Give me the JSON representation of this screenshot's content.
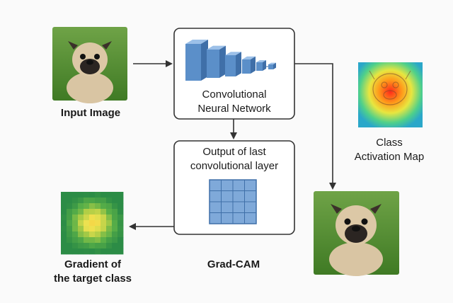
{
  "input_image": {
    "label": "Input Image",
    "icon": "pug-photo"
  },
  "cnn": {
    "label_line1": "Convolutional",
    "label_line2": "Neural Network",
    "icon": "conv-layer-stack"
  },
  "last_layer": {
    "label_line1": "Output of last",
    "label_line2": "convolutional layer",
    "icon": "feature-map-grid"
  },
  "cam": {
    "label_line1": "Class",
    "label_line2": "Activation Map",
    "icon": "heatmap-overlay"
  },
  "gradient": {
    "label_line1": "Gradient of",
    "label_line2": "the target class",
    "icon": "gradient-heatmap"
  },
  "method": {
    "label": "Grad-CAM"
  },
  "output_image": {
    "icon": "pug-photo"
  },
  "colors": {
    "box_border": "#333333",
    "layer_blue": "#5b8fc9",
    "grid_fill": "#7fa9d9",
    "grass": "#4f8a2d",
    "pug_fawn": "#d9c5a3"
  }
}
